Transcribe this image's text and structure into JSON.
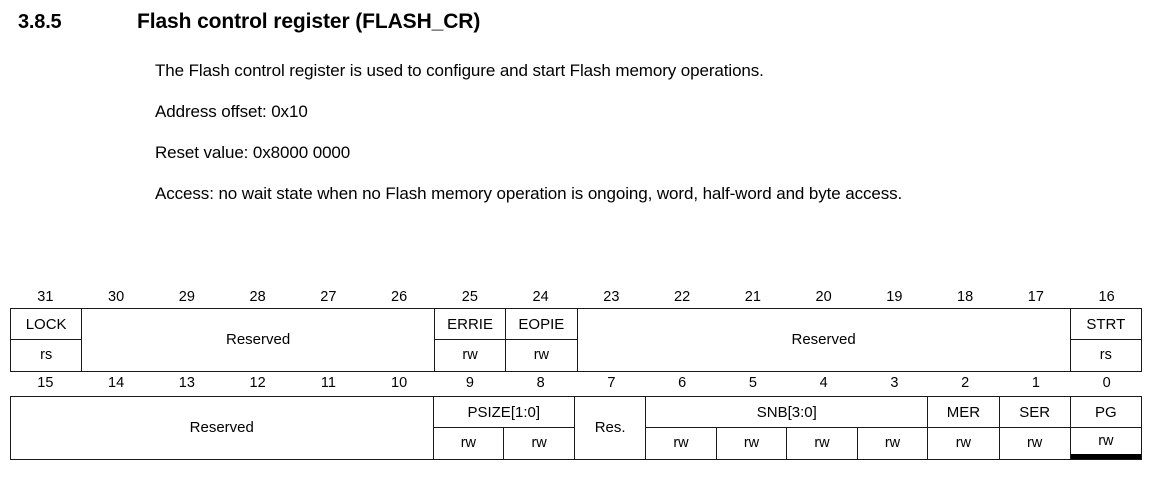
{
  "heading": {
    "number": "3.8.5",
    "title": "Flash control register (FLASH_CR)"
  },
  "body": {
    "paragraphs": [
      "The Flash control register is used to configure and start Flash memory operations.",
      "Address offset: 0x10",
      "Reset value: 0x8000 0000",
      "Access: no wait state when no Flash memory operation is ongoing, word, half-word and byte access."
    ]
  },
  "register": {
    "name": "FLASH_CR",
    "rows": [
      {
        "bit_numbers": [
          "31",
          "30",
          "29",
          "28",
          "27",
          "26",
          "25",
          "24",
          "23",
          "22",
          "21",
          "20",
          "19",
          "18",
          "17",
          "16"
        ],
        "fields": [
          {
            "label": "LOCK",
            "span": 1,
            "merged": false,
            "access": [
              "rs"
            ]
          },
          {
            "label": "Reserved",
            "span": 5,
            "merged": true,
            "access": []
          },
          {
            "label": "ERRIE",
            "span": 1,
            "merged": false,
            "access": [
              "rw"
            ]
          },
          {
            "label": "EOPIE",
            "span": 1,
            "merged": false,
            "access": [
              "rw"
            ]
          },
          {
            "label": "Reserved",
            "span": 7,
            "merged": true,
            "access": []
          },
          {
            "label": "STRT",
            "span": 1,
            "merged": false,
            "access": [
              "rs"
            ]
          }
        ]
      },
      {
        "bit_numbers": [
          "15",
          "14",
          "13",
          "12",
          "11",
          "10",
          "9",
          "8",
          "7",
          "6",
          "5",
          "4",
          "3",
          "2",
          "1",
          "0"
        ],
        "fields": [
          {
            "label": "Reserved",
            "span": 6,
            "merged": true,
            "access": []
          },
          {
            "label": "PSIZE[1:0]",
            "span": 2,
            "merged": false,
            "access": [
              "rw",
              "rw"
            ]
          },
          {
            "label": "Res.",
            "span": 1,
            "merged": true,
            "access": []
          },
          {
            "label": "SNB[3:0]",
            "span": 4,
            "merged": false,
            "access": [
              "rw",
              "rw",
              "rw",
              "rw"
            ]
          },
          {
            "label": "MER",
            "span": 1,
            "merged": false,
            "access": [
              "rw"
            ]
          },
          {
            "label": "SER",
            "span": 1,
            "merged": false,
            "access": [
              "rw"
            ]
          },
          {
            "label": "PG",
            "span": 1,
            "merged": false,
            "access": [
              "rw"
            ],
            "marked": true
          }
        ]
      }
    ]
  }
}
